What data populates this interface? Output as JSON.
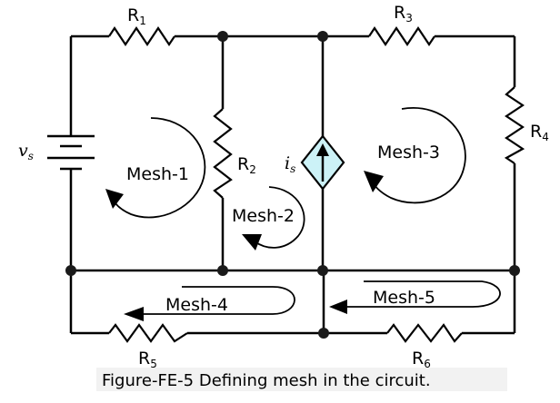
{
  "figure": {
    "caption": "Figure-FE-5 Defining mesh in the circuit.",
    "source_label": "v",
    "source_sub": "s",
    "current_source_label": "i",
    "current_source_sub": "s",
    "source_fill_color": "#ccf2f7",
    "resistors": [
      {
        "id": "R1",
        "name": "R",
        "sub": "1"
      },
      {
        "id": "R2",
        "name": "R",
        "sub": "2"
      },
      {
        "id": "R3",
        "name": "R",
        "sub": "3"
      },
      {
        "id": "R4",
        "name": "R",
        "sub": "4"
      },
      {
        "id": "R5",
        "name": "R",
        "sub": "5"
      },
      {
        "id": "R6",
        "name": "R",
        "sub": "6"
      }
    ],
    "meshes": [
      "Mesh-1",
      "Mesh-2",
      "Mesh-3",
      "Mesh-4",
      "Mesh-5"
    ]
  }
}
